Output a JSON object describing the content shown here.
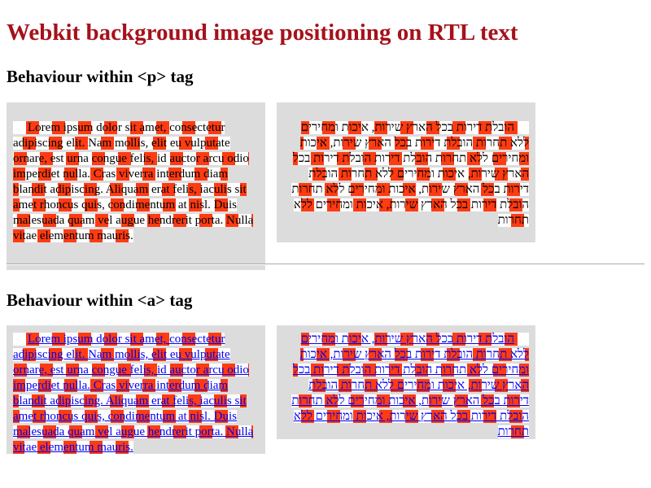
{
  "page": {
    "title": "Webkit background image positioning on RTL text",
    "section_p": {
      "heading": "Behaviour within <p> tag"
    },
    "section_a": {
      "heading": "Behaviour within <a> tag"
    }
  },
  "samples": {
    "latin_text": "Lorem ipsum dolor sit amet, consectetur adipiscing elit. Nam mollis, elit eu vulputate ornare, est urna congue felis, id auctor arcu odio imperdiet nulla. Cras viverra interdum diam blandit adipiscing. Aliquam erat felis, iaculis sit amet rhoncus quis, condimentum at nisl. Duis malesuada quam vel augue hendrerit porta. Nulla vitae elementum mauris.",
    "hebrew_text": "הובלת דירות בכל הארץ שירות, איכות ומחירים ללא תחרות הובלת דירות בכל הארץ שירות, איכות ומחירים ללא תחרות הובלת דירות הובלת דירות בכל הארץ שירות, איכות ומחירים ללא תחרות הובלת דירות בכל הארץ שירות, איכות ומחירים ללא תחרות הובלת דירות בכל הארץ שירות, איכות ומחירים ללא תחרות"
  },
  "colors": {
    "title": "#a6111b",
    "box_bg": "#dcdcdc",
    "checker_red": "#ff3b12",
    "link": "#0000ee"
  }
}
